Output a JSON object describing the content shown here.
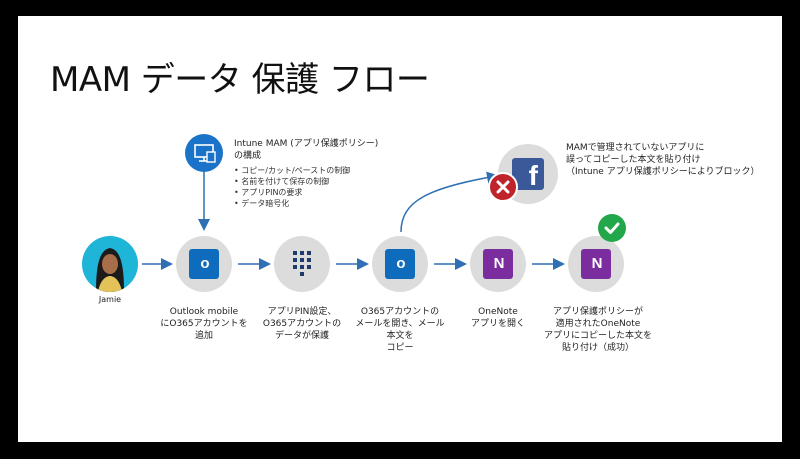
{
  "title": "MAM データ 保護 フロー",
  "user": {
    "name": "Jamie"
  },
  "policy": {
    "heading": "Intune MAM (アプリ保護ポリシー)\nの構成",
    "bullets": [
      "コピー/カット/ペーストの制御",
      "名前を付けて保存の制御",
      "アプリPINの要求",
      "データ暗号化"
    ]
  },
  "blocked_note": "MAMで管理されていないアプリに\n誤ってコピーした本文を貼り付け\n（Intune アプリ保護ポリシーによりブロック）",
  "steps": [
    {
      "label": "Outlook mobile\nにO365アカウントを\n追加"
    },
    {
      "label": "アプリPIN設定、\nO365アカウントの\nデータが保護"
    },
    {
      "label": "O365アカウントの\nメールを開き、メール\n本文を\nコピー"
    },
    {
      "label": "OneNote\nアプリを開く"
    },
    {
      "label": "アプリ保護ポリシーが\n適用されたOneNote\nアプリにコピーした本文を\n貼り付け（成功）"
    }
  ],
  "colors": {
    "arrow": "#2f6fb3",
    "icon_blue": "#1a73c8",
    "outlook": "#0f6cbd",
    "onenote": "#7b2d9f",
    "facebook": "#3b5998",
    "block": "#c0242b",
    "success": "#22a84a"
  }
}
